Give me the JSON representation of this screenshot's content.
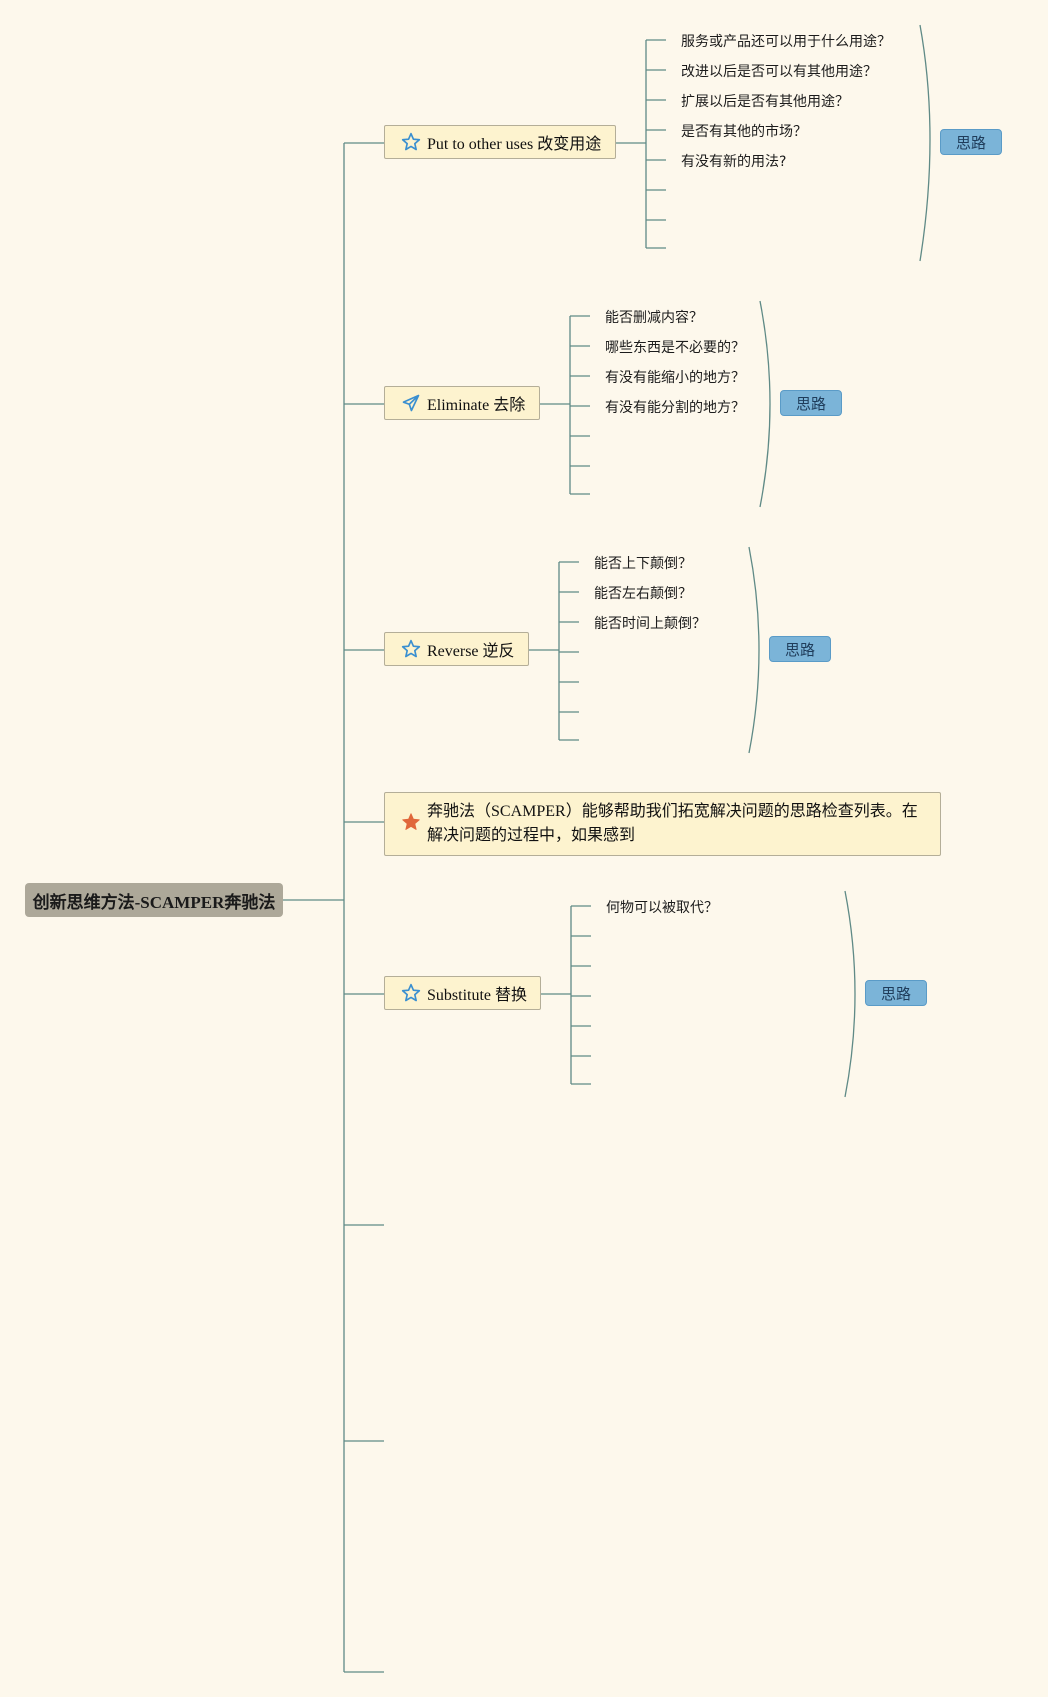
{
  "root": {
    "label": "创新思维方法-SCAMPER奔驰法"
  },
  "topics": {
    "put_to_other_uses": {
      "label": "Put to other uses 改变用途",
      "icon": "star-outline-icon",
      "items": [
        "服务或产品还可以用于什么用途？",
        "改进以后是否可以有其他用途？",
        "扩展以后是否有其他用途？",
        "是否有其他的市场？",
        "有没有新的用法?"
      ],
      "summary": "思路"
    },
    "eliminate": {
      "label": "Eliminate 去除",
      "icon": "paper-plane-icon",
      "items": [
        "能否删减内容？",
        "哪些东西是不必要的？",
        "有没有能缩小的地方？",
        "有没有能分割的地方？"
      ],
      "summary": "思路"
    },
    "reverse": {
      "label": "Reverse 逆反",
      "icon": "star-outline-icon",
      "items": [
        "能否上下颠倒？",
        "能否左右颠倒？",
        "能否时间上颠倒？"
      ],
      "summary": "思路"
    },
    "note": {
      "label": "奔驰法（SCAMPER）能够帮助我们拓宽解决问题的思路检查列表。在解决问题的过程中，如果感到",
      "icon": "star-filled-icon"
    },
    "substitute": {
      "label": "Substitute 替换",
      "icon": "star-outline-icon",
      "items": [
        "何物可以被取代？"
      ],
      "summary": "思路"
    }
  },
  "colors": {
    "background": "#fdf8ec",
    "line": "#5f8a86",
    "topic_fill": "#fdf3cf",
    "root_fill": "#ada899",
    "summary_fill": "#7bb4d8",
    "icon_blue": "#3a8fd0",
    "icon_orange": "#e0673a"
  }
}
